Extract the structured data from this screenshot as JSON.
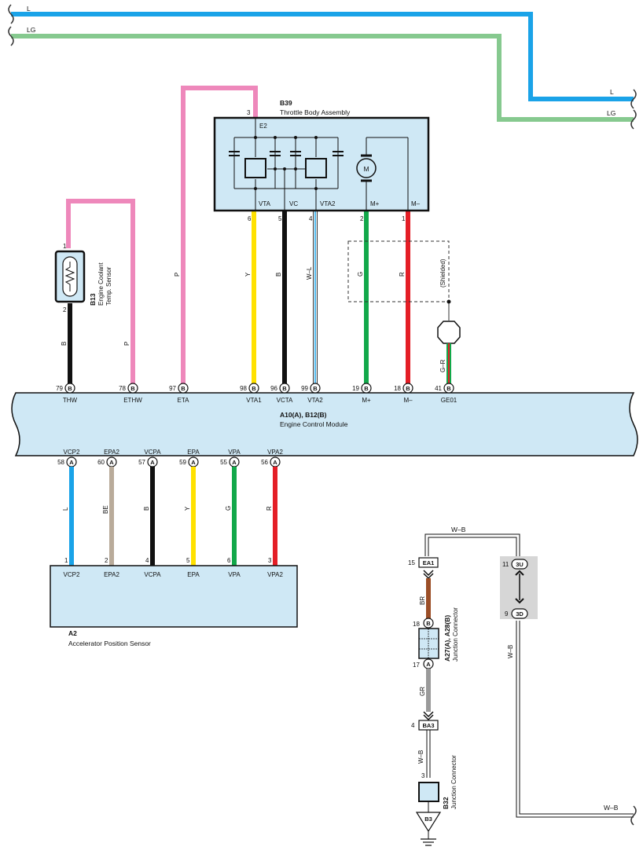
{
  "top_wires": {
    "l": "L",
    "lg": "LG",
    "l_right": "L",
    "lg_right": "LG"
  },
  "b39": {
    "code": "B39",
    "name": "Throttle Body Assembly",
    "e2_pin": "3",
    "e2": "E2",
    "terminals": [
      "VTA",
      "VC",
      "VTA2",
      "M+",
      "M–"
    ],
    "pins": [
      "6",
      "5",
      "4",
      "2",
      "1"
    ],
    "motor": "M"
  },
  "b13": {
    "code": "B13",
    "name_line1": "Engine Coolant",
    "name_line2": "Temp. Sensor",
    "pin1": "1",
    "pin2": "2"
  },
  "upper_wire_colors": {
    "b13_out": "B",
    "ethw": "P",
    "eta": "P",
    "vta1": "Y",
    "vcta": "B",
    "vta2": "W–L",
    "mplus": "G",
    "mminus": "R",
    "ge01": "G–R"
  },
  "shielded": "(Shielded)",
  "ecm": {
    "code": "A10(A), B12(B)",
    "name": "Engine Control Module",
    "top_pins": [
      {
        "num": "79",
        "conn": "B",
        "label": "THW"
      },
      {
        "num": "78",
        "conn": "B",
        "label": "ETHW"
      },
      {
        "num": "97",
        "conn": "B",
        "label": "ETA"
      },
      {
        "num": "98",
        "conn": "B",
        "label": "VTA1"
      },
      {
        "num": "96",
        "conn": "B",
        "label": "VCTA"
      },
      {
        "num": "99",
        "conn": "B",
        "label": "VTA2"
      },
      {
        "num": "19",
        "conn": "B",
        "label": "M+"
      },
      {
        "num": "18",
        "conn": "B",
        "label": "M–"
      },
      {
        "num": "41",
        "conn": "B",
        "label": "GE01"
      }
    ],
    "bottom_pins": [
      {
        "num": "58",
        "conn": "A",
        "label": "VCP2"
      },
      {
        "num": "60",
        "conn": "A",
        "label": "EPA2"
      },
      {
        "num": "57",
        "conn": "A",
        "label": "VCPA"
      },
      {
        "num": "59",
        "conn": "A",
        "label": "EPA"
      },
      {
        "num": "55",
        "conn": "A",
        "label": "VPA"
      },
      {
        "num": "56",
        "conn": "A",
        "label": "VPA2"
      }
    ]
  },
  "lower_wire_colors": [
    "L",
    "BE",
    "B",
    "Y",
    "G",
    "R"
  ],
  "a2": {
    "code": "A2",
    "name": "Accelerator Position Sensor",
    "pins": [
      "1",
      "2",
      "4",
      "5",
      "6",
      "3"
    ],
    "labels": [
      "VCP2",
      "EPA2",
      "VCPA",
      "EPA",
      "VPA",
      "VPA2"
    ]
  },
  "ground": {
    "wb_top": "W–B",
    "wb_right": "W–B",
    "wb_bottom": "W–B",
    "wb_mid": "W–B",
    "ea1_pin": "15",
    "ea1": "EA1",
    "br": "BR",
    "jc_code": "A27(A), A28(B)",
    "jc_name": "Junction Connector",
    "jc_pin_b": "18",
    "jc_conn_b": "B",
    "jc_pin_a": "17",
    "jc_conn_a": "A",
    "gr": "GR",
    "ba3_pin": "4",
    "ba3": "BA3",
    "b32_pin": "3",
    "b32_code": "B32",
    "b32_name": "Junction Connector",
    "b3": "B3",
    "conn_3u_pin": "11",
    "conn_3u": "3U",
    "conn_3d_pin": "9",
    "conn_3d": "3D"
  },
  "colors": {
    "L": "#1aa3e8",
    "LG": "#86c98f",
    "P": "#ee88bb",
    "B": "#111111",
    "Y": "#ffe100",
    "G": "#12a84a",
    "R": "#e41e26",
    "BE": "#b9ab9a",
    "BR": "#9b4e27",
    "GR": "#9a9a9a",
    "box": "#cfe8f5"
  }
}
